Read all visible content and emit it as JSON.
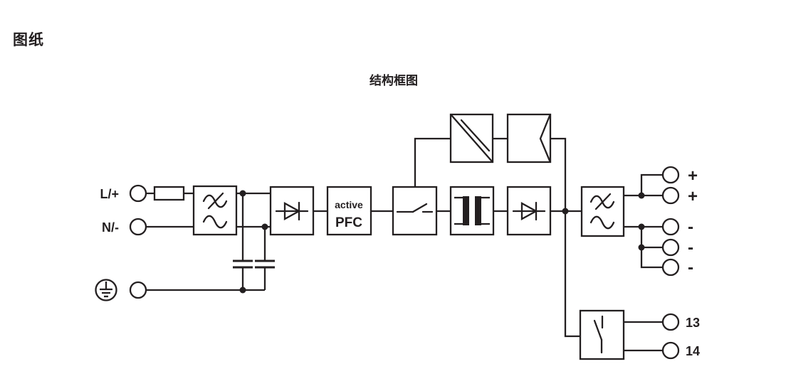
{
  "page": {
    "title": "图纸"
  },
  "diagram": {
    "title": "结构框图",
    "colors": {
      "ink": "#231f20",
      "background": "#ffffff"
    },
    "inputs": {
      "line": "L/+",
      "neutral": "N/-"
    },
    "pfc": {
      "line1": "active",
      "line2": "PFC"
    },
    "outputs": {
      "plus1": "+",
      "plus2": "+",
      "minus1": "-",
      "minus2": "-",
      "minus3": "-"
    },
    "signal": {
      "t13": "13",
      "t14": "14"
    }
  }
}
